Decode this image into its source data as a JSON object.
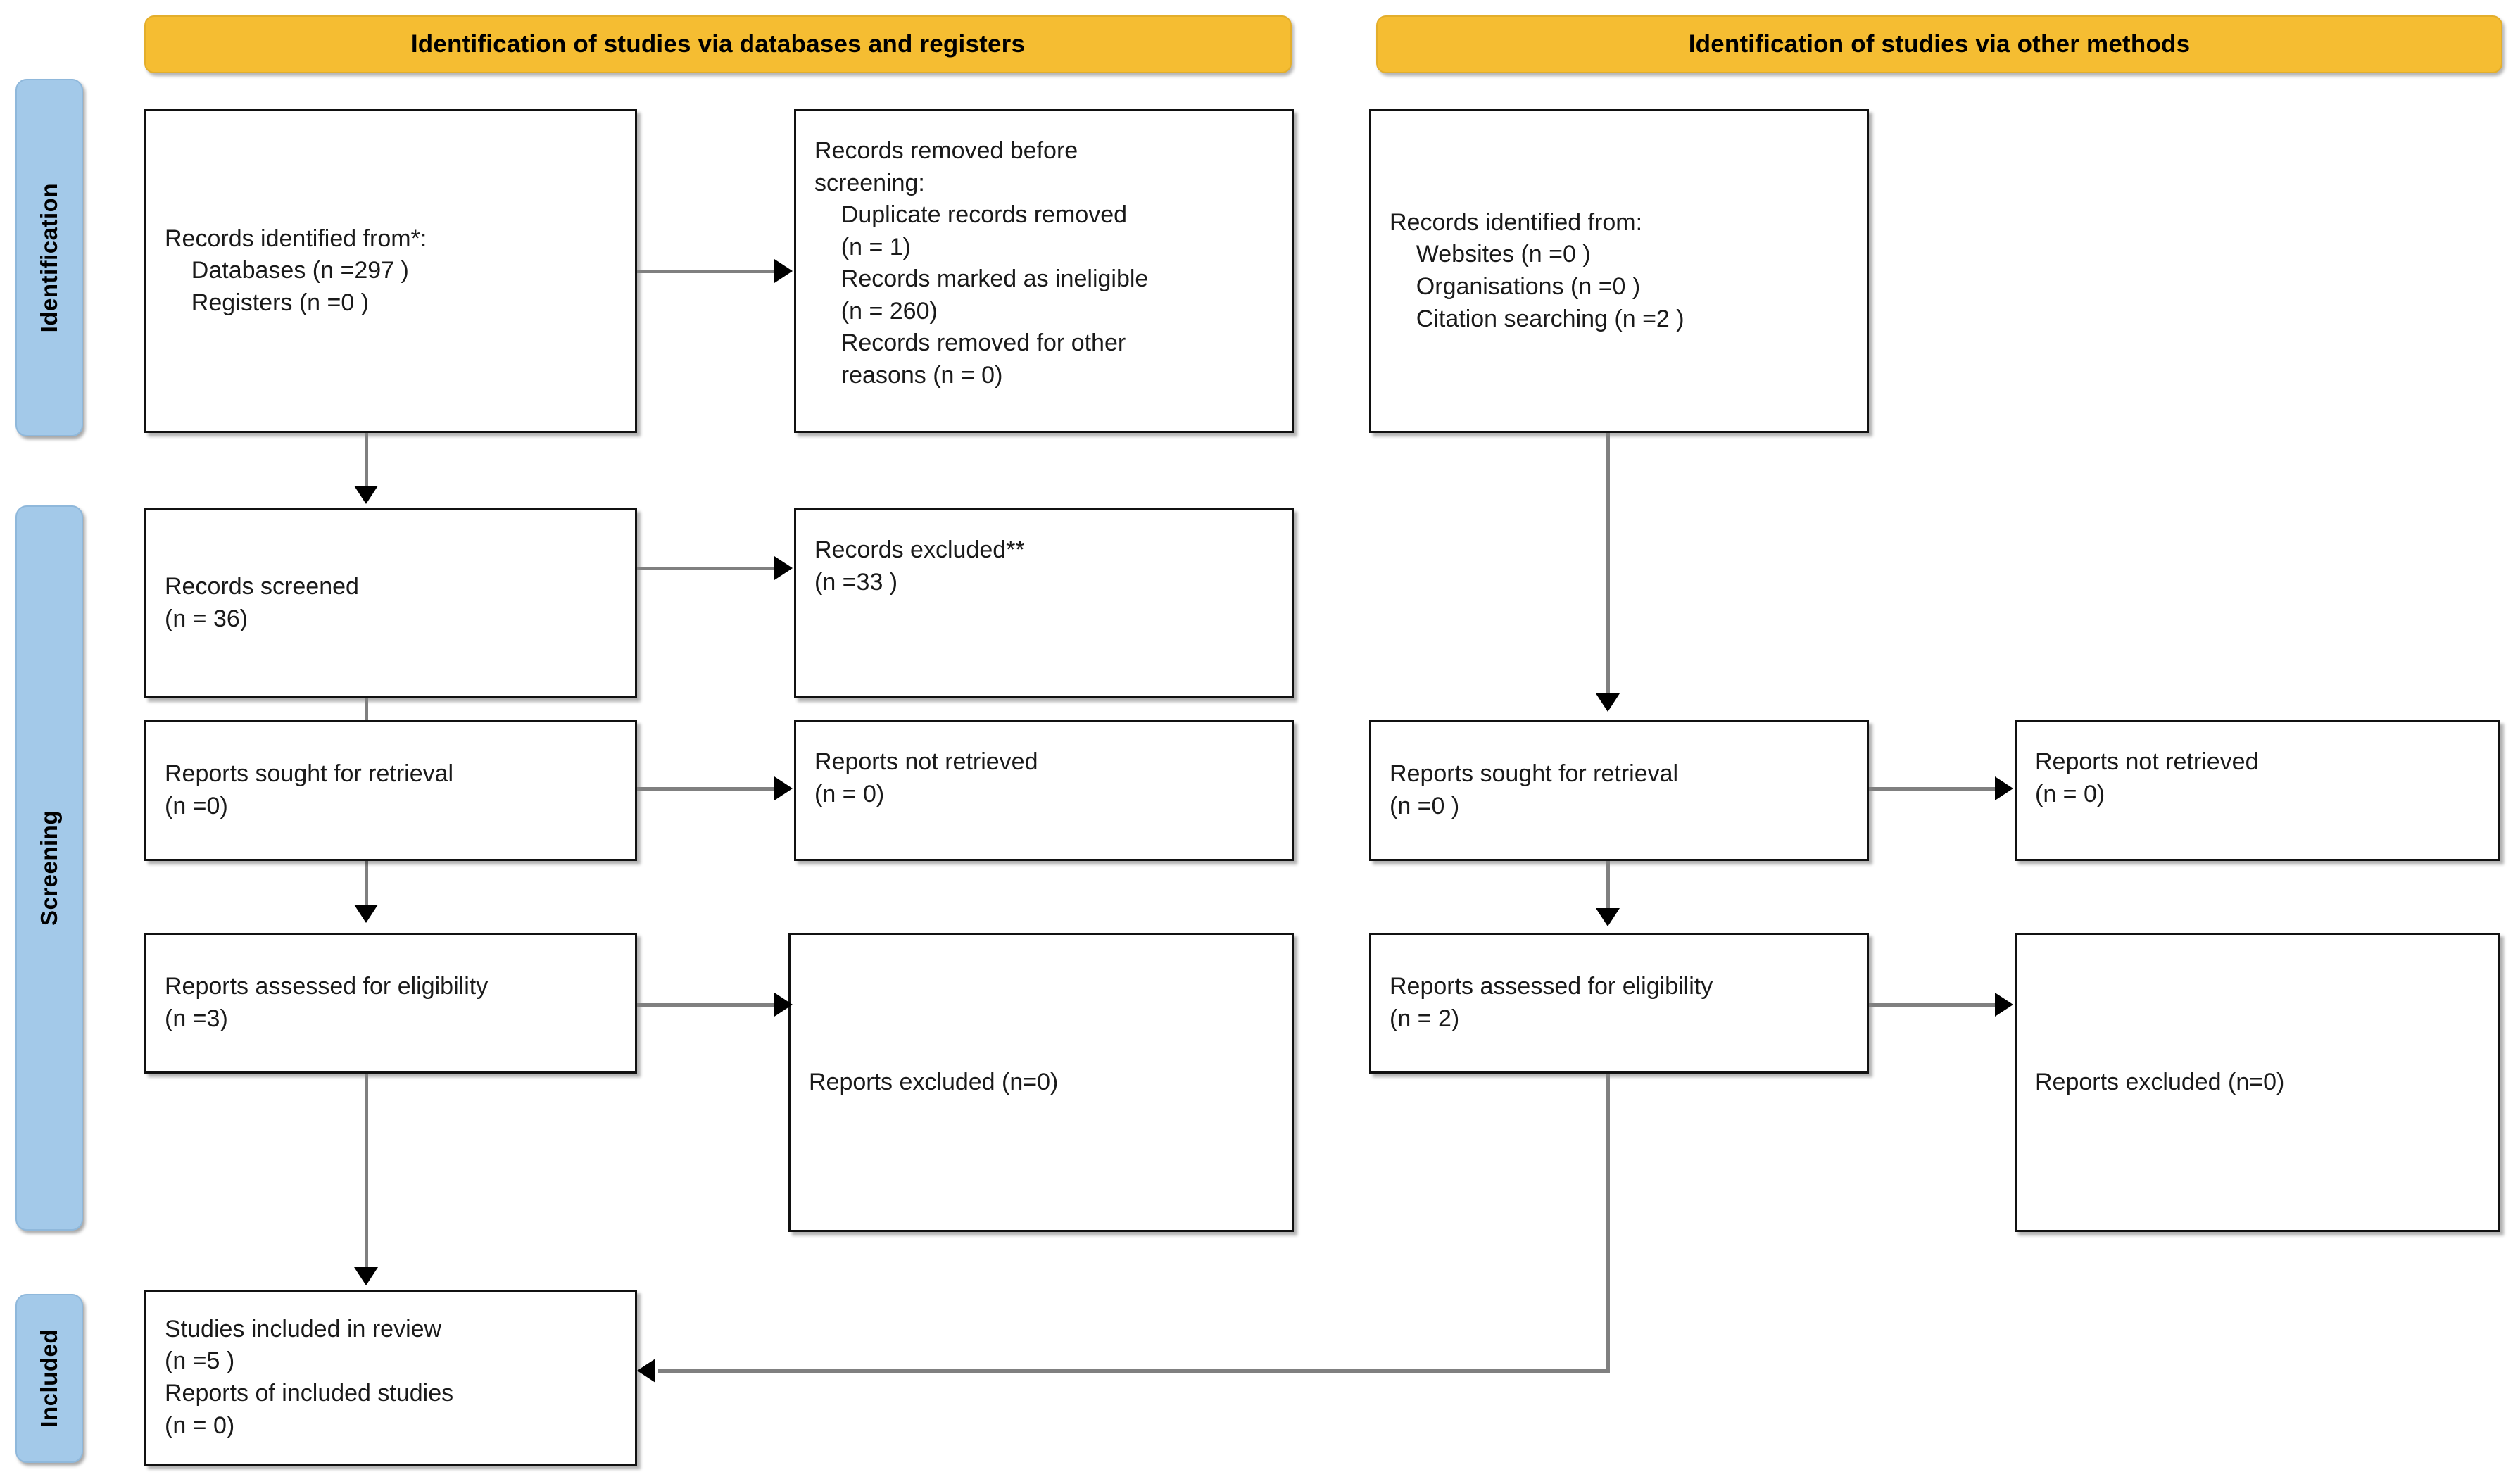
{
  "diagram": {
    "title": "PRISMA 2020 flow diagram",
    "colors": {
      "header_fill": "#f5bd32",
      "rail_fill": "#a3c9e9",
      "box_border": "#111111",
      "connector": "#808080"
    }
  },
  "headers": [
    {
      "id": "databases",
      "label": "Identification of studies via databases and registers"
    },
    {
      "id": "other",
      "label": "Identification of studies via other methods"
    }
  ],
  "rails": [
    {
      "id": "identification",
      "label": "Identification"
    },
    {
      "id": "screening",
      "label": "Screening"
    },
    {
      "id": "included",
      "label": "Included"
    }
  ],
  "boxes": {
    "db_identified": {
      "name": "records-identified-databases",
      "text": "Records identified from*:\n    Databases (n =297 )\n    Registers (n =0 )"
    },
    "db_removed": {
      "name": "records-removed-before-screening",
      "text": "Records removed before\nscreening:\n    Duplicate records removed\n    (n = 1)\n    Records marked as ineligible\n    (n = 260)\n    Records removed for other\n    reasons (n = 0)"
    },
    "db_screened": {
      "name": "records-screened",
      "text": "Records screened\n(n = 36)"
    },
    "db_excluded": {
      "name": "records-excluded",
      "text": "Records excluded**\n(n =33 )"
    },
    "db_sought": {
      "name": "reports-sought-for-retrieval",
      "text": "Reports sought for retrieval\n(n =0)"
    },
    "db_not_retrieved": {
      "name": "reports-not-retrieved",
      "text": "Reports not retrieved\n(n = 0)"
    },
    "db_assessed": {
      "name": "reports-assessed-for-eligibility",
      "text": "Reports assessed for eligibility\n(n =3)"
    },
    "db_reports_excluded": {
      "name": "reports-excluded",
      "text": "Reports excluded (n=0)"
    },
    "other_identified": {
      "name": "records-identified-other-methods",
      "text": "Records identified from:\n    Websites (n =0 )\n    Organisations (n =0 )\n    Citation searching (n =2 )"
    },
    "other_sought": {
      "name": "reports-sought-for-retrieval-other",
      "text": "Reports sought for retrieval\n(n =0 )"
    },
    "other_not_retrieved": {
      "name": "reports-not-retrieved-other",
      "text": "Reports not retrieved\n(n = 0)"
    },
    "other_assessed": {
      "name": "reports-assessed-for-eligibility-other",
      "text": "Reports assessed for eligibility\n(n = 2)"
    },
    "other_reports_excluded": {
      "name": "reports-excluded-other",
      "text": "Reports excluded (n=0)"
    },
    "included_studies": {
      "name": "studies-included-in-review",
      "text": "Studies included in review\n(n =5 )\nReports of included studies\n(n = 0)"
    }
  }
}
